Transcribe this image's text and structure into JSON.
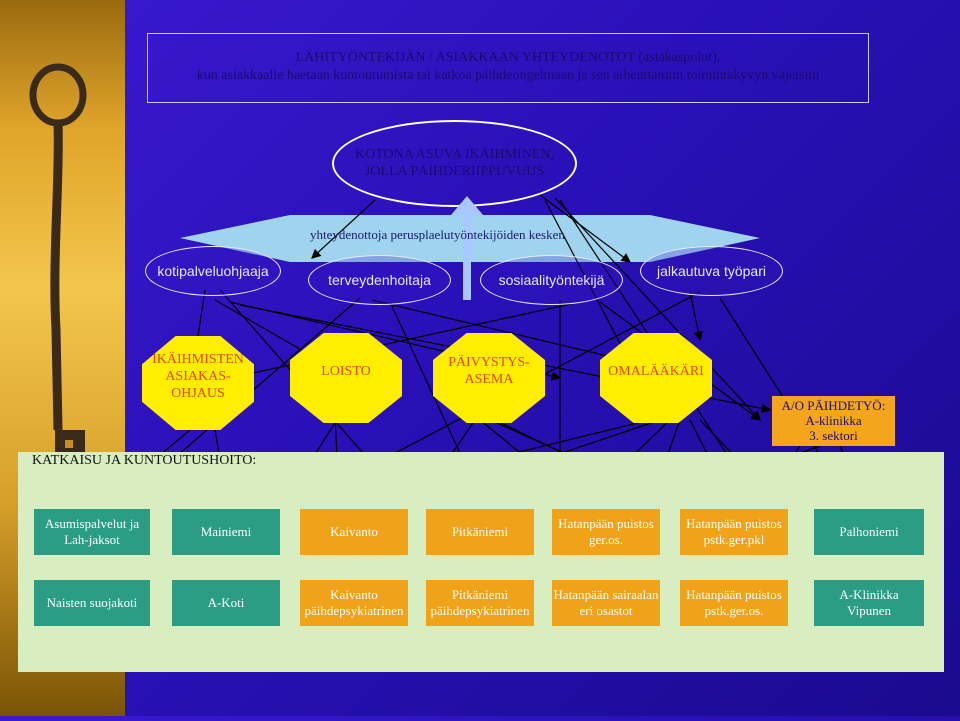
{
  "header": {
    "line1": "LÄHITYÖNTEKIJÄN / ASIAKKAAN YHTEYDENOTOT (asiakaspolut),",
    "line2": "kun asiakkaalle haetaan kuntoutumista tai katkoa päihdeongelmaan ja sen aiheuttamiin toimintakyvyn vajeisiin"
  },
  "start_node": {
    "line1": "KOTONA ASUVA IKÄIHMINEN,",
    "line2": "JOLLA PÄIHDERIIPPUVUUS"
  },
  "cooperation_label": "yhteydenottoja perusplaelutyöntekijöiden kesken",
  "workers": [
    "kotipalveluohjaaja",
    "terveydenhoitaja",
    "sosiaalityöntekijä",
    "jalkautuva työpari"
  ],
  "services": [
    {
      "line1": "IKÄIHMISTEN",
      "line2": "ASIAKAS-",
      "line3": "OHJAUS"
    },
    {
      "line1": "LOISTO"
    },
    {
      "line1": "PÄIVYSTYS-",
      "line2": "ASEMA"
    },
    {
      "line1": "OMALÄÄKÄRI"
    }
  ],
  "substance_work": {
    "line1": "A/O PÄIHDETYÖ:",
    "line2": "A-klinikka",
    "line3": "3. sektori"
  },
  "recovery_label": "KATKAISU JA KUNTOUTUSHOITO:",
  "row1": [
    {
      "line1": "Asumispalvelut ja",
      "line2": "Lah-jaksot"
    },
    {
      "line1": "Mainiemi"
    },
    {
      "line1": "Kaivanto"
    },
    {
      "line1": "Pitkäniemi"
    },
    {
      "line1": "Hatanpään puistos",
      "line2": "ger.os."
    },
    {
      "line1": "Hatanpään puistos",
      "line2": "pstk.ger.pkl"
    },
    {
      "line1": "Palhoniemi"
    }
  ],
  "row2": [
    {
      "line1": "Naisten suojakoti"
    },
    {
      "line1": "A-Koti"
    },
    {
      "line1": "Kaivanto",
      "line2": "päihdepsykiatrinen"
    },
    {
      "line1": "Pitkäniemi",
      "line2": "päihdepsykiatrinen"
    },
    {
      "line1": "Hatanpään sairaalan",
      "line2": "eri osastot"
    },
    {
      "line1": "Hatanpään puistos",
      "line2": "pstk.ger.os."
    },
    {
      "line1": "A-Klinikka",
      "line2": "Vipunen"
    }
  ],
  "colors": {
    "background": "#2a10b8",
    "octagon": "#ffee00",
    "octagon_text": "#e04800",
    "teal_box": "#2a9d84",
    "orange_box": "#f0a218",
    "panel": "#d8eec0"
  }
}
